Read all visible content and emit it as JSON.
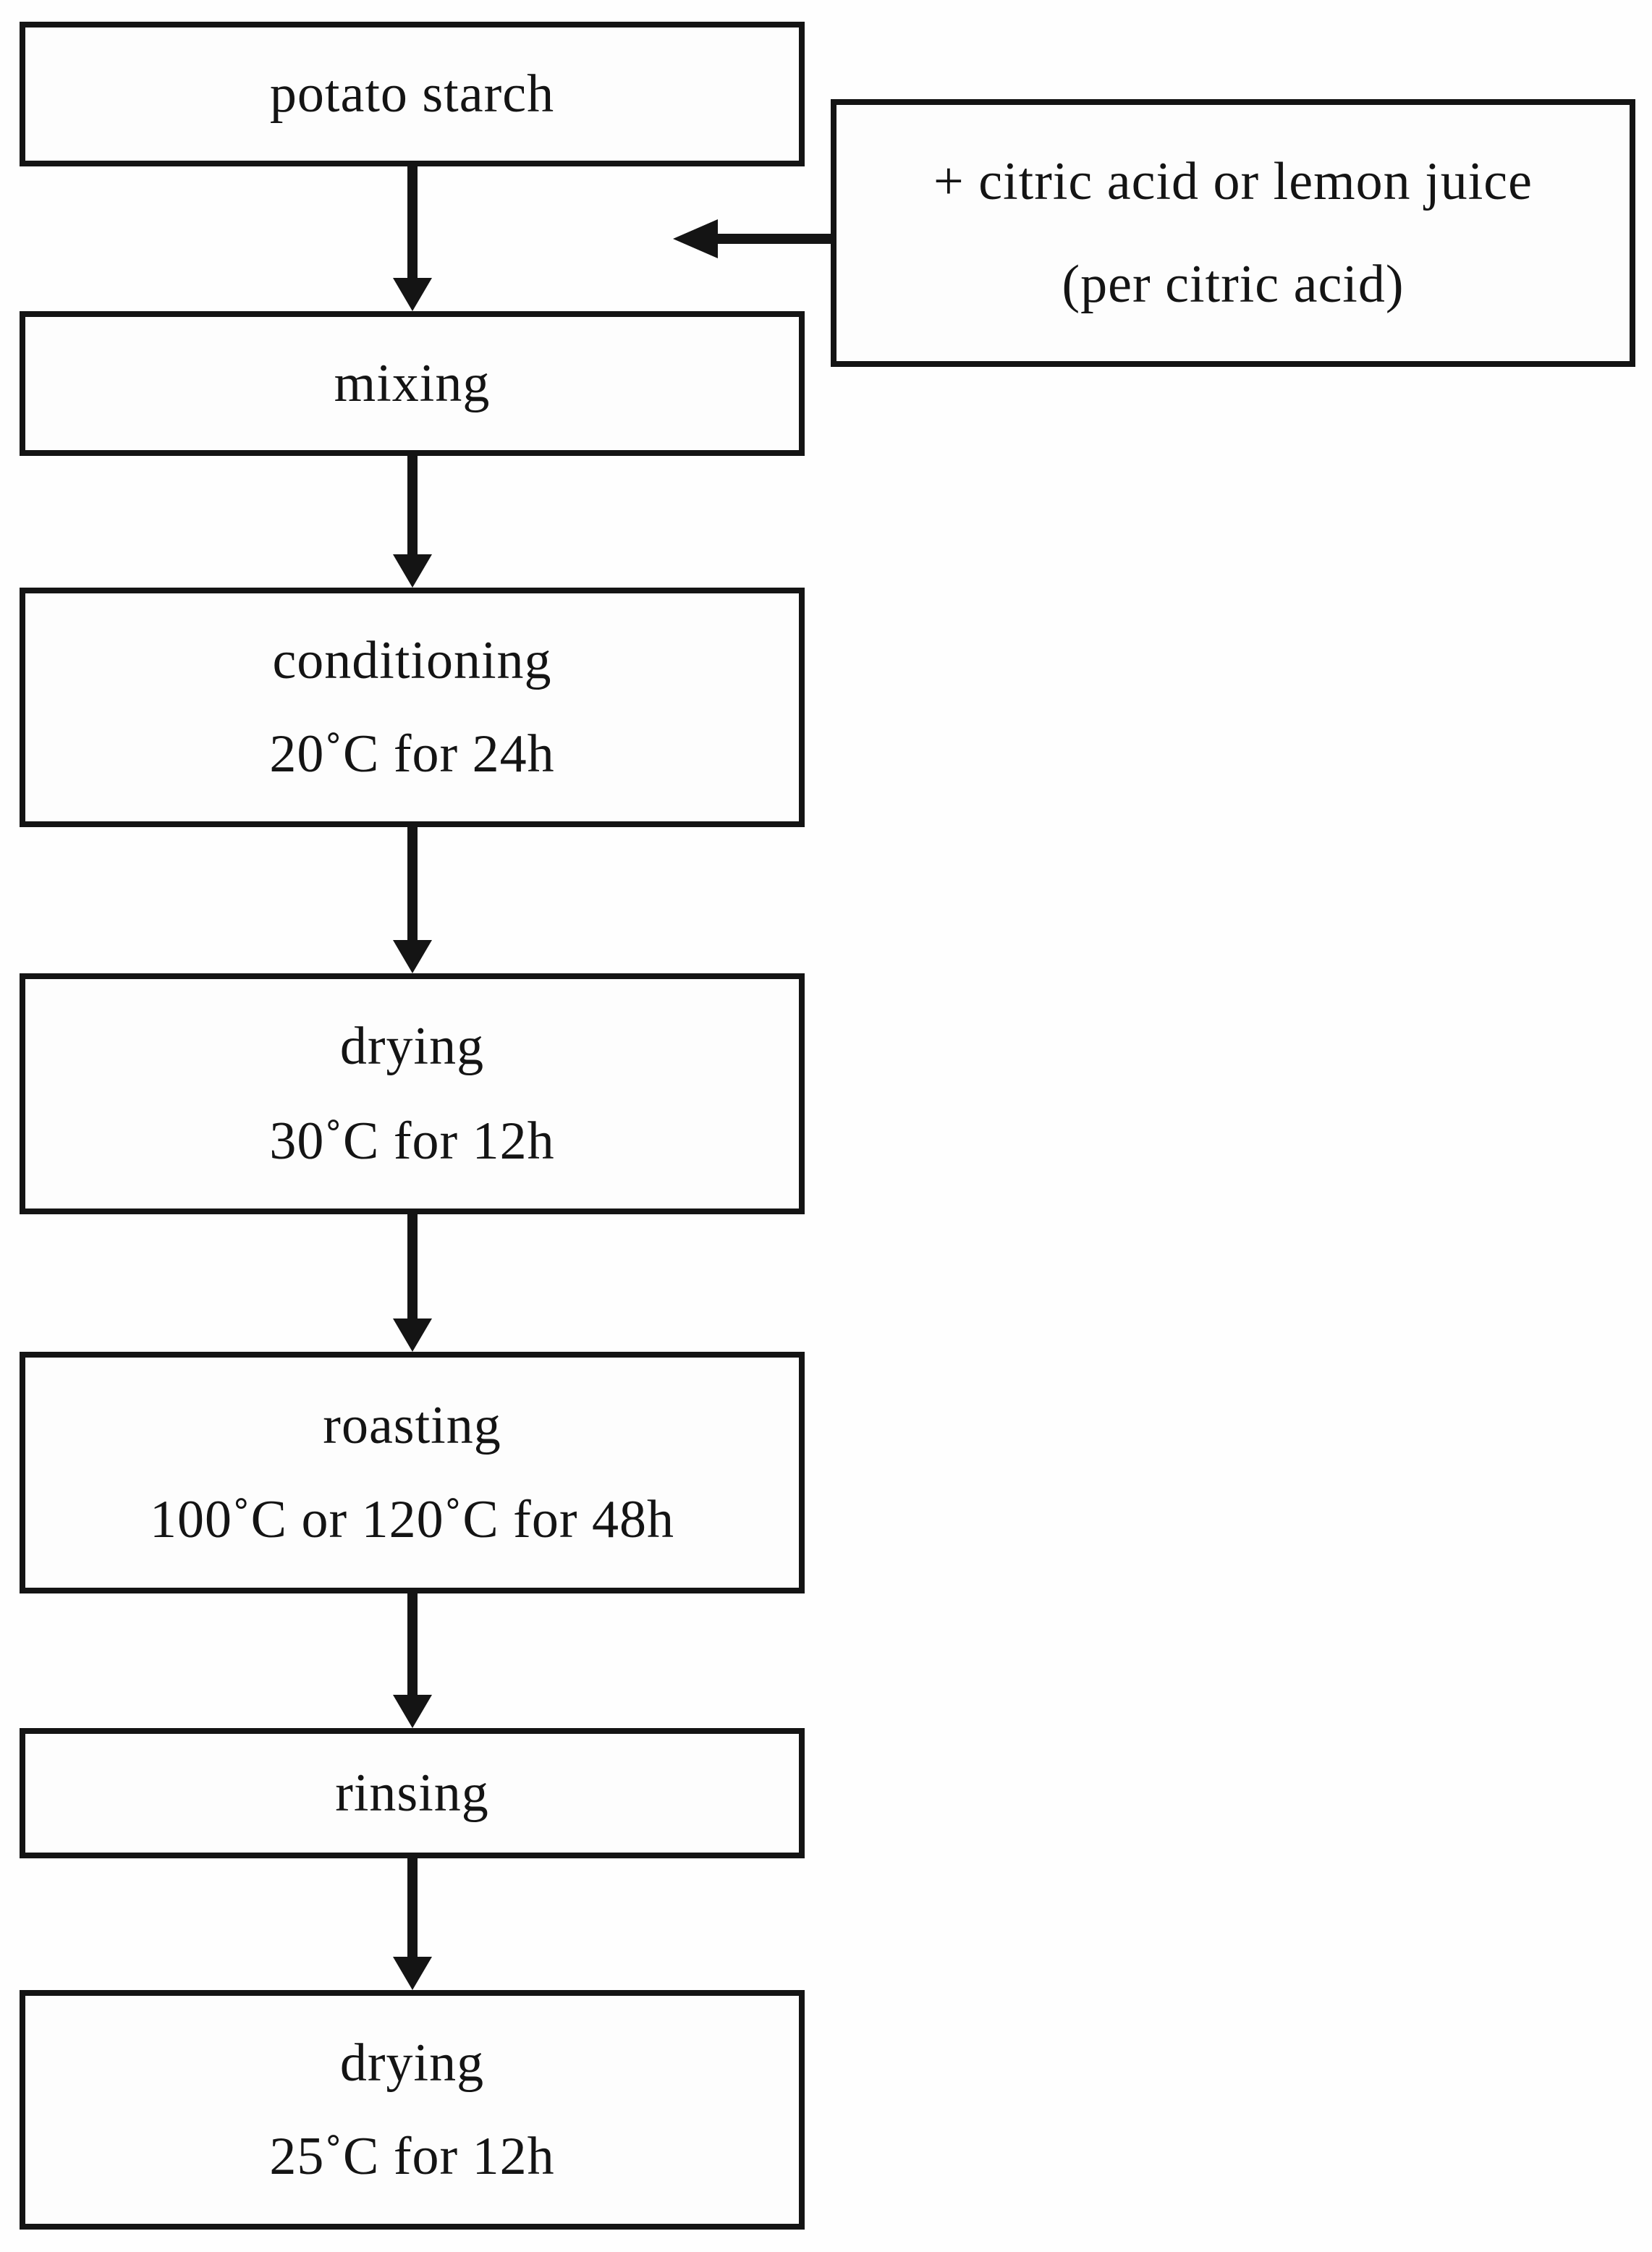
{
  "diagram": {
    "title_implied": "potato starch roasting process flowchart",
    "steps": [
      {
        "label": "potato starch"
      },
      {
        "label": "mixing"
      },
      {
        "label": "conditioning",
        "detail": "20˚C for 24h"
      },
      {
        "label": "drying",
        "detail": "30˚C for 12h"
      },
      {
        "label": "roasting",
        "detail": "100˚C or 120˚C for 48h"
      },
      {
        "label": "rinsing"
      },
      {
        "label": "drying",
        "detail": "25˚C for 12h"
      }
    ],
    "side_note": {
      "line1": "+ citric acid or lemon juice",
      "line2": "(per citric acid)"
    },
    "colors": {
      "line": "#141414",
      "text": "#141414",
      "background": "#fefefe"
    }
  }
}
